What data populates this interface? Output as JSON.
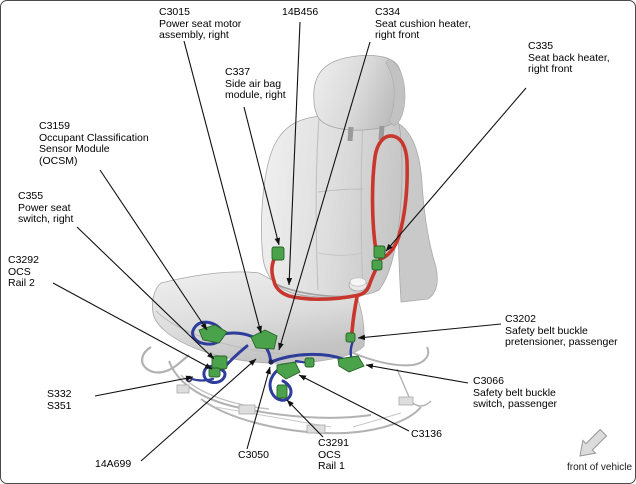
{
  "figure": {
    "description": "Passenger front seat wiring harness connector location diagram"
  },
  "callouts": {
    "c3015": {
      "code": "C3015",
      "lines": [
        "Power seat motor",
        "assembly, right"
      ]
    },
    "n14b456": {
      "code": "14B456",
      "lines": []
    },
    "c334": {
      "code": "C334",
      "lines": [
        "Seat cushion heater,",
        "right front"
      ]
    },
    "c335": {
      "code": "C335",
      "lines": [
        "Seat back heater,",
        "right front"
      ]
    },
    "c337": {
      "code": "C337",
      "lines": [
        "Side air bag",
        "module, right"
      ]
    },
    "c3159": {
      "code": "C3159",
      "lines": [
        "Occupant Classification",
        "Sensor Module",
        "(OCSM)"
      ]
    },
    "c355": {
      "code": "C355",
      "lines": [
        "Power seat",
        "switch, right"
      ]
    },
    "c3292": {
      "code": "C3292",
      "lines": [
        "OCS",
        "Rail 2"
      ]
    },
    "s332": {
      "code": "S332",
      "lines": [
        "S351"
      ]
    },
    "n14a699": {
      "code": "14A699",
      "lines": []
    },
    "c3050": {
      "code": "C3050",
      "lines": []
    },
    "c3291": {
      "code": "C3291",
      "lines": [
        "OCS",
        "Rail 1"
      ]
    },
    "c3136": {
      "code": "C3136",
      "lines": []
    },
    "c3202": {
      "code": "C3202",
      "lines": [
        "Safety belt buckle",
        "pretensioner, passenger"
      ]
    },
    "c3066": {
      "code": "C3066",
      "lines": [
        "Safety belt buckle",
        "switch, passenger"
      ]
    }
  },
  "orientation": {
    "caption": "front of vehicle"
  },
  "colors": {
    "wire_heater": "#c8372d",
    "wire_ocs": "#2e3d9b",
    "connector": "#4aa24a",
    "connector_edge": "#276327",
    "leader": "#111111",
    "seat_light": "#ededed",
    "seat_mid": "#d2d2d2",
    "seat_dark": "#c6c6c6"
  }
}
